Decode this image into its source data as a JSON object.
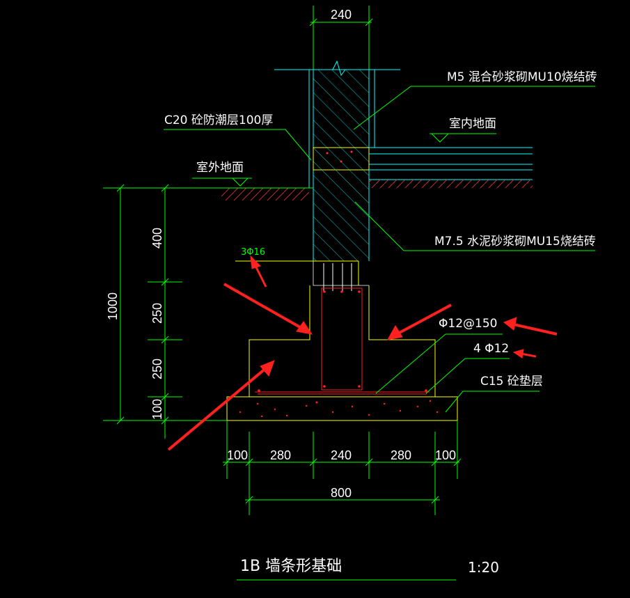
{
  "drawing": {
    "dim_wall_top": "240",
    "label_brick_upper": "M5 混合砂浆砌MU10烧结砖",
    "label_dpc": "C20 砼防潮层100厚",
    "label_indoor": "室内地面",
    "label_outdoor": "室外地面",
    "label_brick_lower": "M7.5 水泥砂浆砌MU15烧结砖",
    "label_rebar_top": "3Φ16",
    "label_stirrup": "Φ12@150",
    "label_rebar_bottom": "4 Φ12",
    "label_cushion": "C15 砼垫层",
    "dim_total_height": "1000",
    "dim_h1": "400",
    "dim_h2": "250",
    "dim_h3": "250",
    "dim_h4": "100",
    "dim_b1": "100",
    "dim_b2": "280",
    "dim_b3": "240",
    "dim_b4": "280",
    "dim_b5": "100",
    "dim_base_width": "800",
    "title": "1B 墙条形基础",
    "scale": "1:20"
  },
  "colors": {
    "dimension": "#00ff00",
    "cyan": "#00ffff",
    "yellow": "#ffff00",
    "red": "#ff2020",
    "text": "#ffffff"
  }
}
